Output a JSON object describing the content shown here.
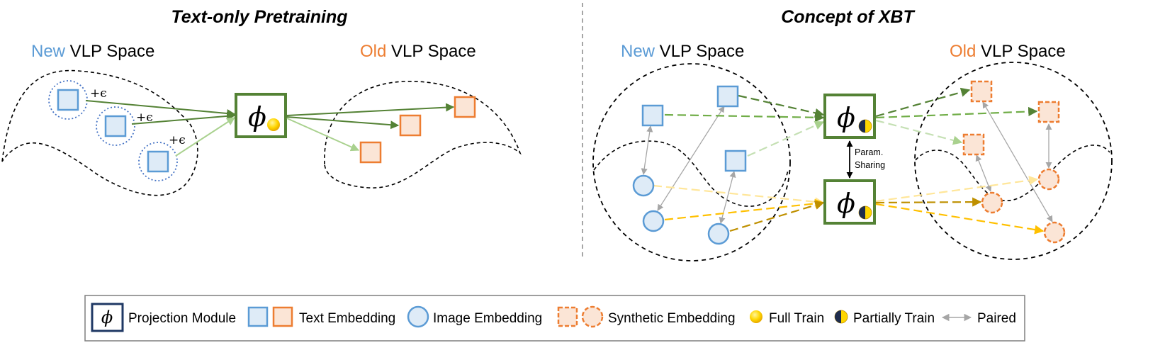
{
  "left_panel": {
    "title": "Text-only Pretraining",
    "new_space": {
      "prefix": "New",
      "suffix": " VLP Space"
    },
    "old_space": {
      "prefix": "Old",
      "suffix": " VLP Space"
    },
    "noise_label": "+ϵ",
    "module_symbol": "ϕ"
  },
  "right_panel": {
    "title": "Concept of XBT",
    "new_space": {
      "prefix": "New",
      "suffix": " VLP Space"
    },
    "old_space": {
      "prefix": "Old",
      "suffix": " VLP Space"
    },
    "module_symbol": "ϕ",
    "sharing_line1": "Param.",
    "sharing_line2": "Sharing"
  },
  "legend": {
    "module_symbol": "ϕ",
    "projection_module": "Projection Module",
    "text_embedding": "Text Embedding",
    "image_embedding": "Image Embedding",
    "synthetic_embedding": "Synthetic Embedding",
    "full_train": "Full Train",
    "partially_train": "Partially Train",
    "paired": "Paired"
  },
  "colors": {
    "new_blue": "#5b9bd5",
    "old_orange": "#ed7d31",
    "module_green": "#548235",
    "arrow_dark_green": "#548235",
    "arrow_light_green": "#a9d18e",
    "arrow_yellow": "#ffc000",
    "arrow_pale_yellow": "#ffe699",
    "arrow_dark_gold": "#bf9000",
    "legend_module_border": "#1f3864",
    "paired_gray": "#a6a6a6"
  }
}
